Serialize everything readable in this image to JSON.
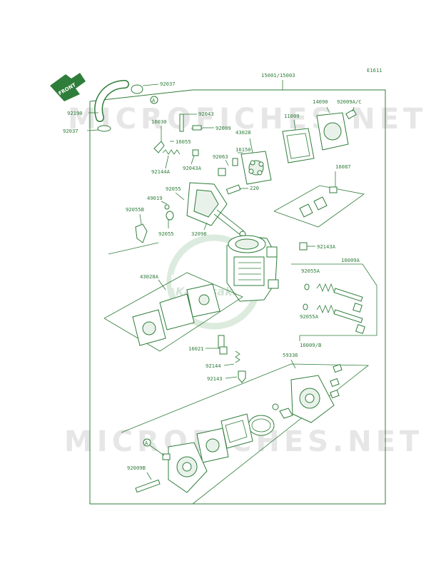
{
  "diagram": {
    "page_code": "E1611",
    "front_label": "FRONT",
    "watermark": "MICROFICHES.NET",
    "logo_text": "Kawasaki",
    "callout_ref": "A",
    "labels": {
      "assembly": "15001/15003",
      "p92037_top": "92037",
      "p92190": "92190",
      "p92037_bottom": "92037",
      "p92043": "92043",
      "p16030": "16030",
      "p92009": "92009",
      "p16055": "16055",
      "p92144A": "92144A",
      "p92043A": "92043A",
      "p14090": "14090",
      "p92009AC": "92009A/C",
      "p11009": "11009",
      "p43028": "43028",
      "p16150": "16150",
      "p92063": "92063",
      "p16087": "16087",
      "p220": "220",
      "p92055_top": "92055",
      "p49019": "49019",
      "p92055B": "92055B",
      "p92055_low": "92055",
      "p32098": "32098",
      "p92143A": "92143A",
      "p43028A": "43028A",
      "p92055A_top": "92055A",
      "p16009A": "16009A",
      "p92055A_low": "92055A",
      "p16021": "16021",
      "p16009B": "16009/B",
      "p59336": "59336",
      "p92144": "92144",
      "p92143": "92143",
      "p92009B": "92009B"
    }
  }
}
